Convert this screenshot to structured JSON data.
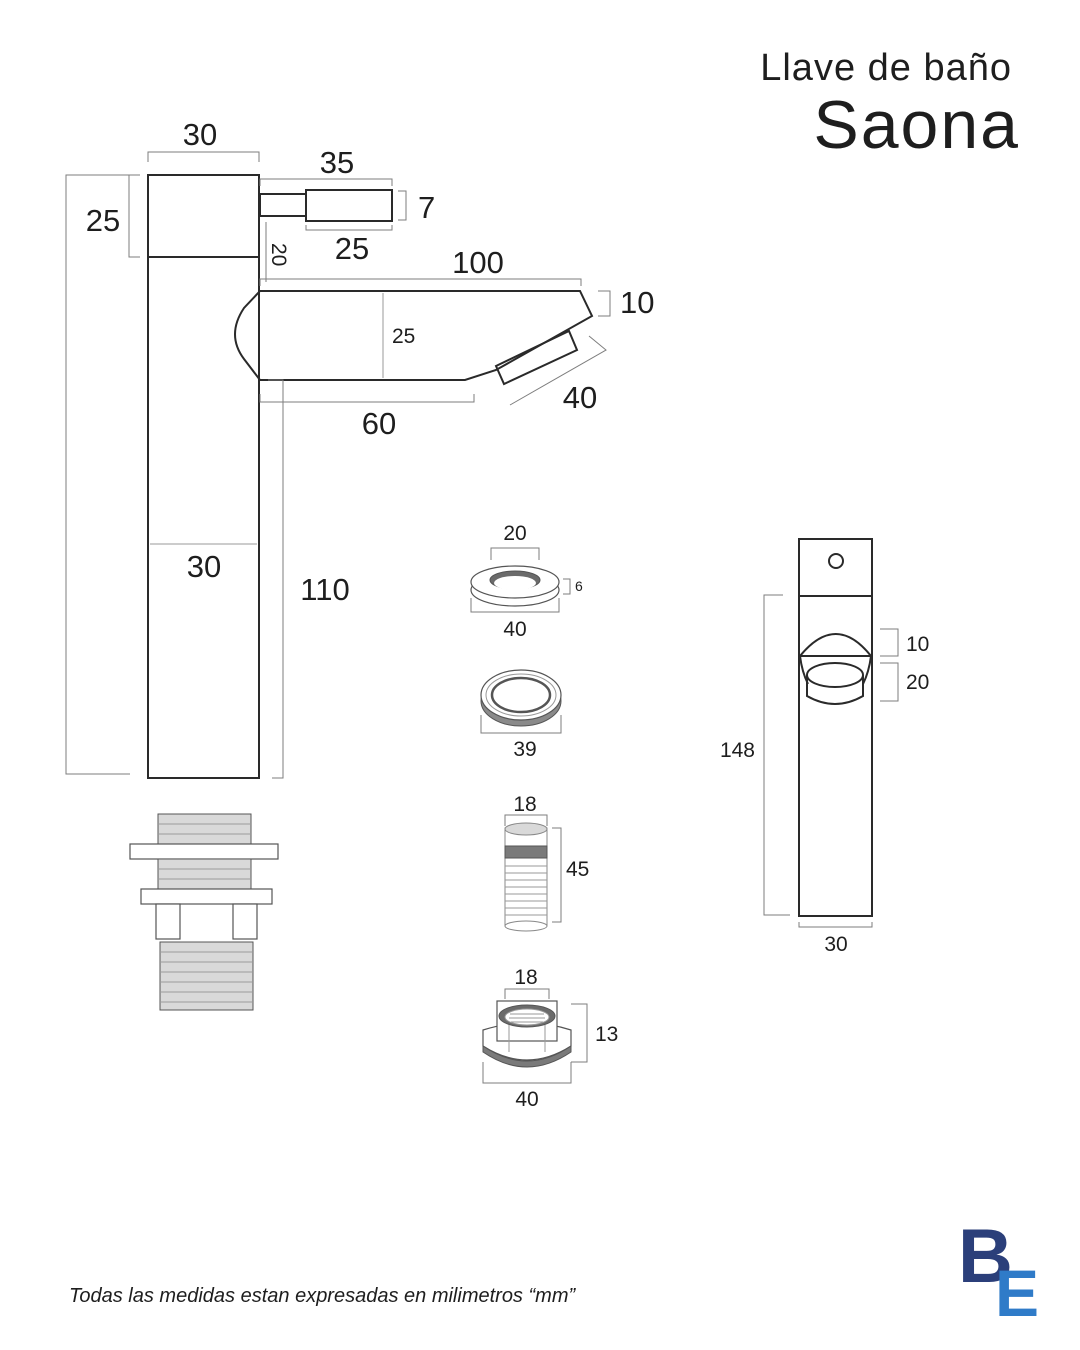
{
  "title": {
    "line1": "Llave de baño",
    "line2": "Saona"
  },
  "front_view": {
    "dims": {
      "top_width": "30",
      "handle_length": "35",
      "handle_thickness": "7",
      "handle_grip": "25",
      "head_height": "25",
      "handle_gap": "20",
      "spout_length": "100",
      "spout_tip": "10",
      "spout_height": "25",
      "spout_nozzle": "40",
      "spout_base": "60",
      "body_width": "30",
      "body_height": "110"
    }
  },
  "side_view": {
    "dims": {
      "ring": "10",
      "outlet": "20",
      "total_height": "148",
      "width": "30"
    }
  },
  "parts": {
    "washer": {
      "inner": "20",
      "thickness": "6",
      "outer": "40"
    },
    "ring": {
      "diameter": "39"
    },
    "threaded_rod": {
      "diameter": "18",
      "length": "45"
    },
    "nut": {
      "inner": "18",
      "height": "13",
      "outer": "40"
    }
  },
  "footnote": "Todas las medidas estan expresadas en milimetros “mm”",
  "logo": {
    "top": "B",
    "bottom": "E",
    "colors": {
      "top": "#2b3f7a",
      "bottom": "#2f7bc8"
    }
  }
}
